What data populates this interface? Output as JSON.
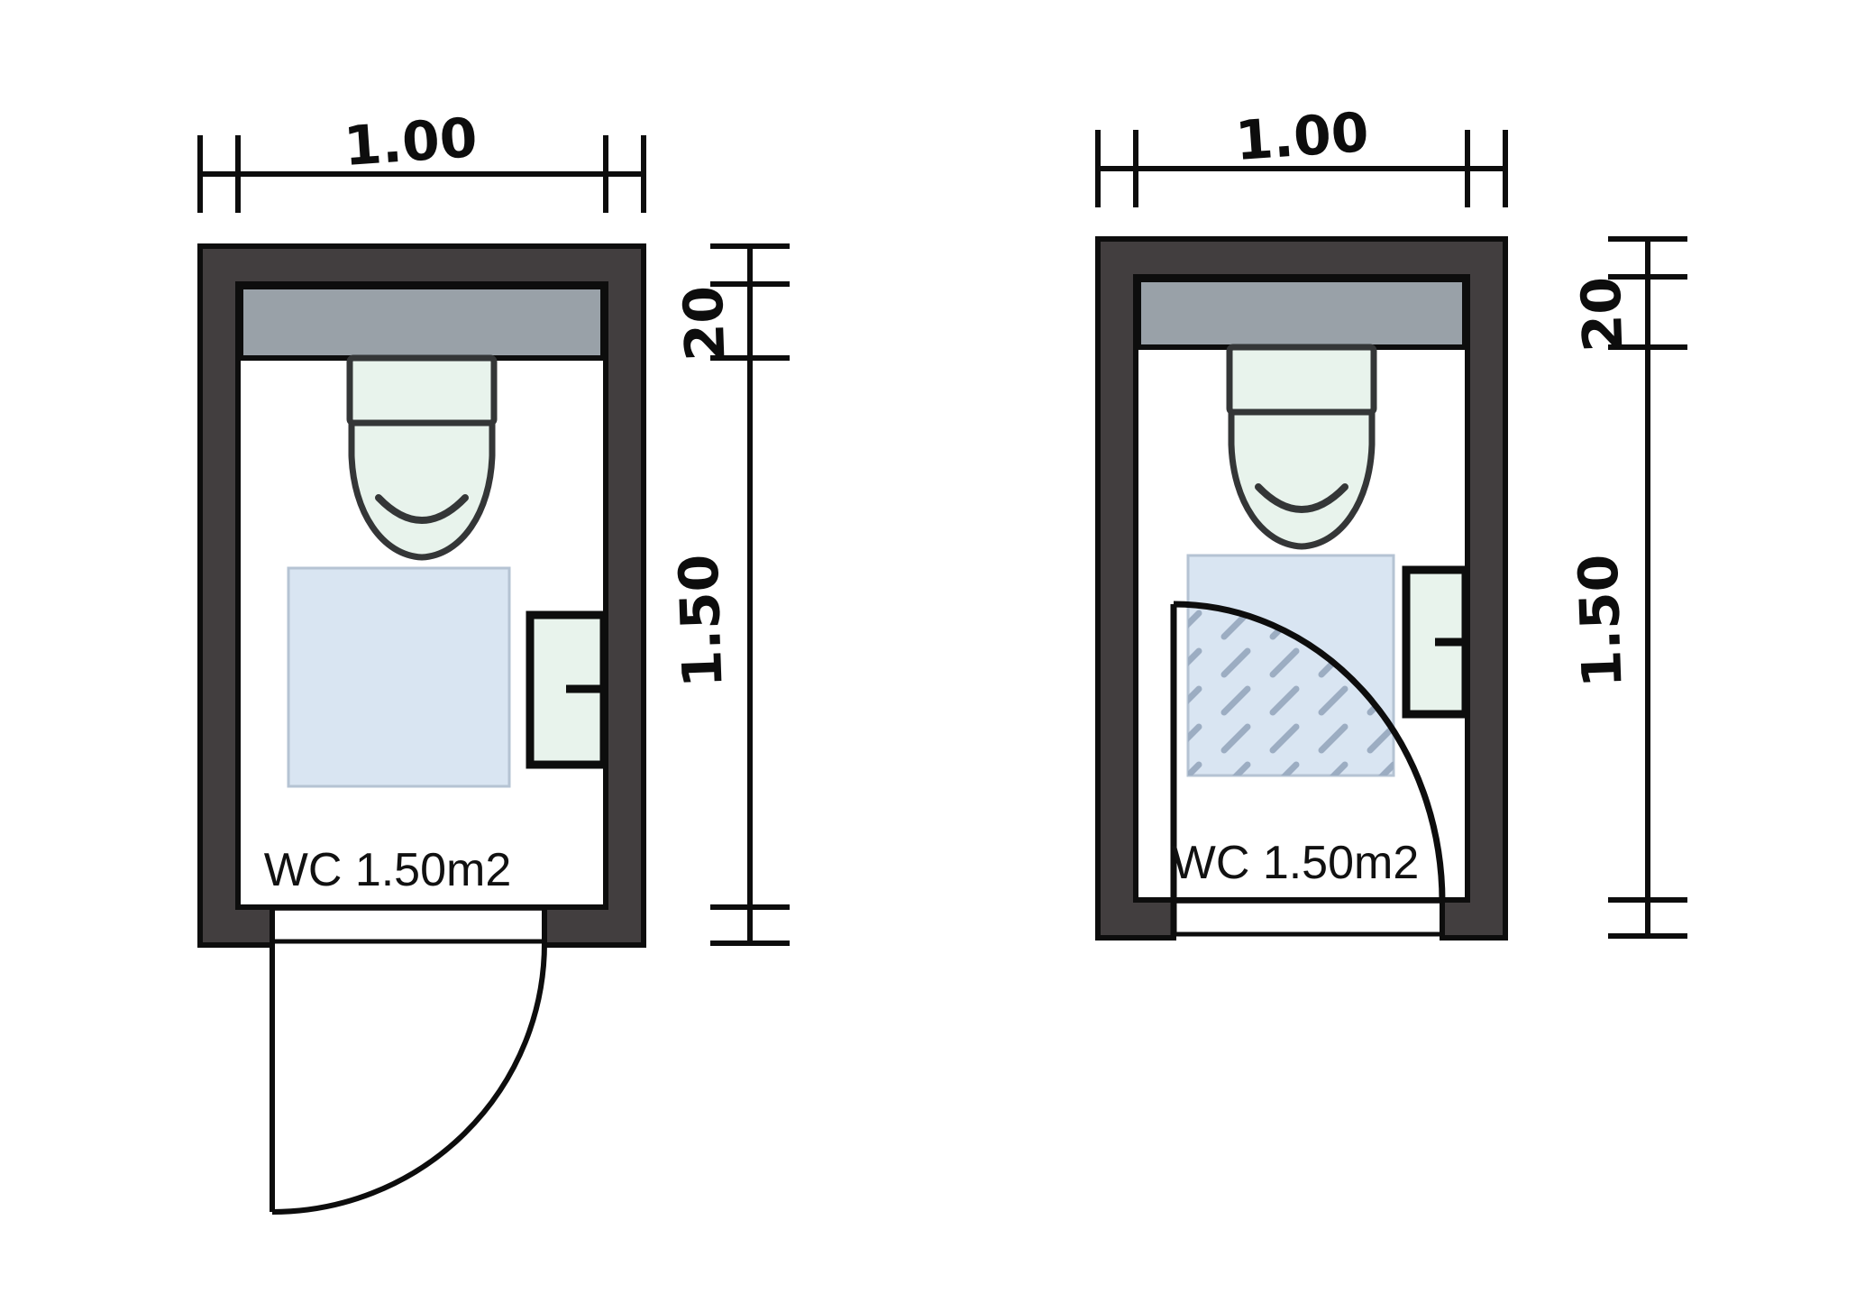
{
  "page": {
    "background": "#ffffff"
  },
  "drawing": {
    "type": "architectural-floor-plan",
    "subject": "Small WC layouts comparing door swing directions",
    "colors": {
      "wall": "#423e3f",
      "floor": "#ffffff",
      "ink": "#0d0d0d",
      "cistern": "#99a1a8",
      "fixture": "#e8f3ec",
      "fixture_stroke": "#343637",
      "clearance": "#d9e5f2",
      "clearance_border": "#b5c3d3",
      "hatch": "#9cadc2",
      "label": "#111111"
    },
    "plans": [
      {
        "position": "left",
        "door_swing": "outward",
        "room_label": "WC 1.50m2",
        "dims": {
          "width": "1.00",
          "wall_zone": "20",
          "depth": "1.50"
        }
      },
      {
        "position": "right",
        "door_swing": "inward",
        "room_label": "WC 1.50m2",
        "dims": {
          "width": "1.00",
          "wall_zone": "20",
          "depth": "1.50"
        }
      }
    ]
  }
}
